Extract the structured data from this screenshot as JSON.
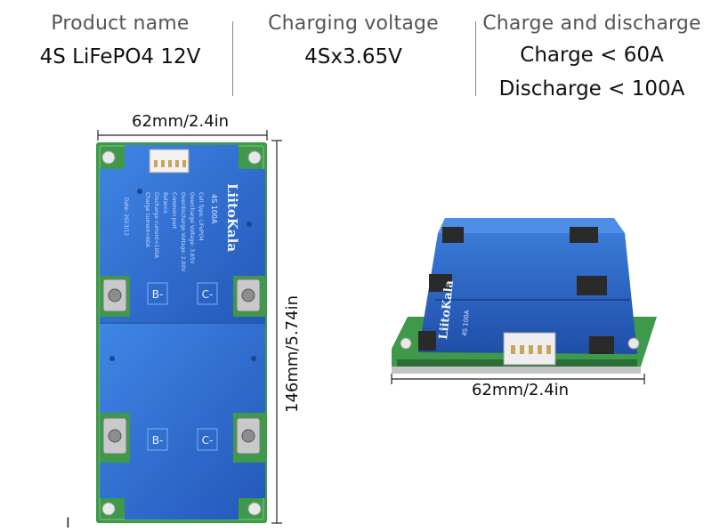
{
  "specs": {
    "product_name_label": "Product name",
    "product_name_value": "4S LiFePO4 12V",
    "voltage_label": "Charging voltage",
    "voltage_value": "4Sx3.65V",
    "charge_label": "Charge and discharge",
    "charge_value": "Charge < 60A",
    "discharge_value": "Discharge < 100A"
  },
  "dimensions": {
    "top_width": "62mm/2.4in",
    "height": "146mm/5.74in",
    "side_width": "62mm/2.4in"
  },
  "board": {
    "brand": "LiitoKala",
    "model": "4S 100A",
    "spec_lines": [
      "Cell Type: LiFePO4",
      "Overcharge Voltage: 3.65V",
      "Overdischarge Voltage: 2.00V",
      "Common port",
      "Balance",
      "Discharge current<100A",
      "Charge current<60A"
    ],
    "date": "Date: 2023/12",
    "terminal_b": "B-",
    "terminal_c": "C-"
  },
  "colors": {
    "board_blue": "#2f6fd0",
    "pcb_green": "#3e9a4a"
  }
}
